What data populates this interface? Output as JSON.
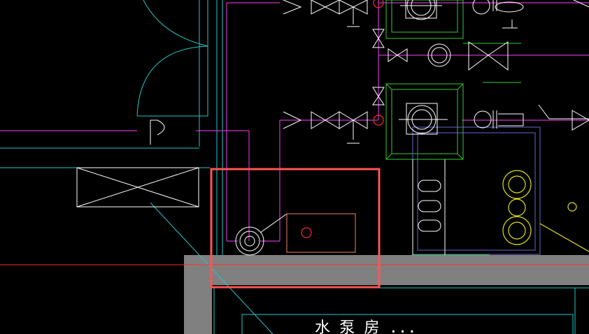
{
  "app": {
    "title": "",
    "view": "cad-drawing-viewport"
  },
  "colors": {
    "background": "#000000",
    "pipe": "#cc33cc",
    "wall": "#22c8c8",
    "equipment_frame": "#33cc33",
    "pump_base": "#6666cc",
    "symbols": "#ffffff",
    "red_line": "#ff2a2a",
    "salmon_box": "#f08060",
    "yellow": "#e0e020",
    "floor_slab": "#808080",
    "selection_box": "#ff5555"
  },
  "drawing": {
    "label_bottom": "水 泵 房 ..."
  },
  "selection": {
    "label": "highlighted-region"
  }
}
